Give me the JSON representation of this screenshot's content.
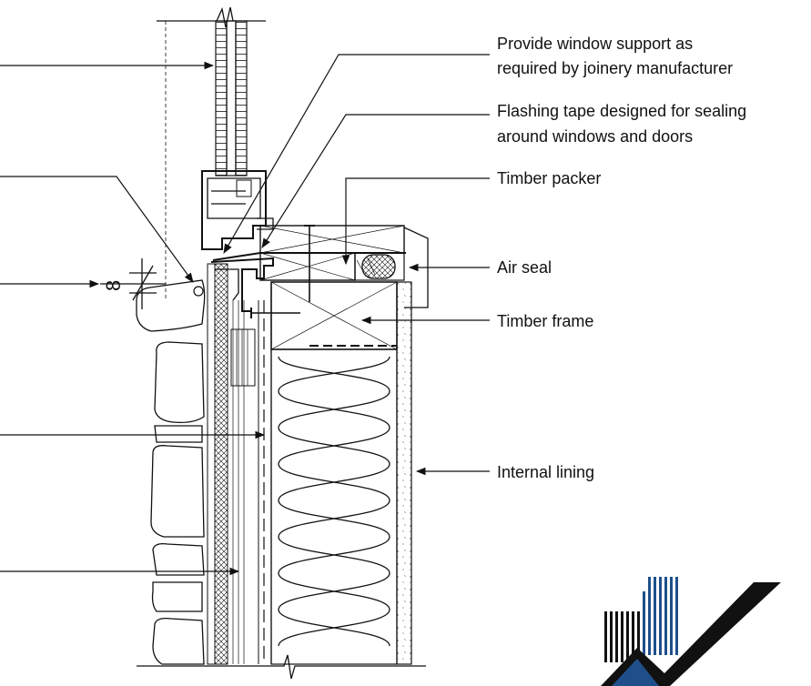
{
  "labels": {
    "window_support_line1": "Provide window support as",
    "window_support_line2": "required by joinery manufacturer",
    "flashing_line1": "Flashing tape designed for sealing",
    "flashing_line2": "around windows and doors",
    "timber_packer": "Timber packer",
    "air_seal": "Air seal",
    "timber_frame": "Timber frame",
    "internal_lining": "Internal lining",
    "gap_dimension": "8"
  },
  "colors": {
    "ink": "#111111",
    "logo_blue": "#1f4f8a",
    "logo_dark": "#0d2a4a"
  },
  "icons": [
    "cavity-wall-section-drawing",
    "company-logo"
  ]
}
